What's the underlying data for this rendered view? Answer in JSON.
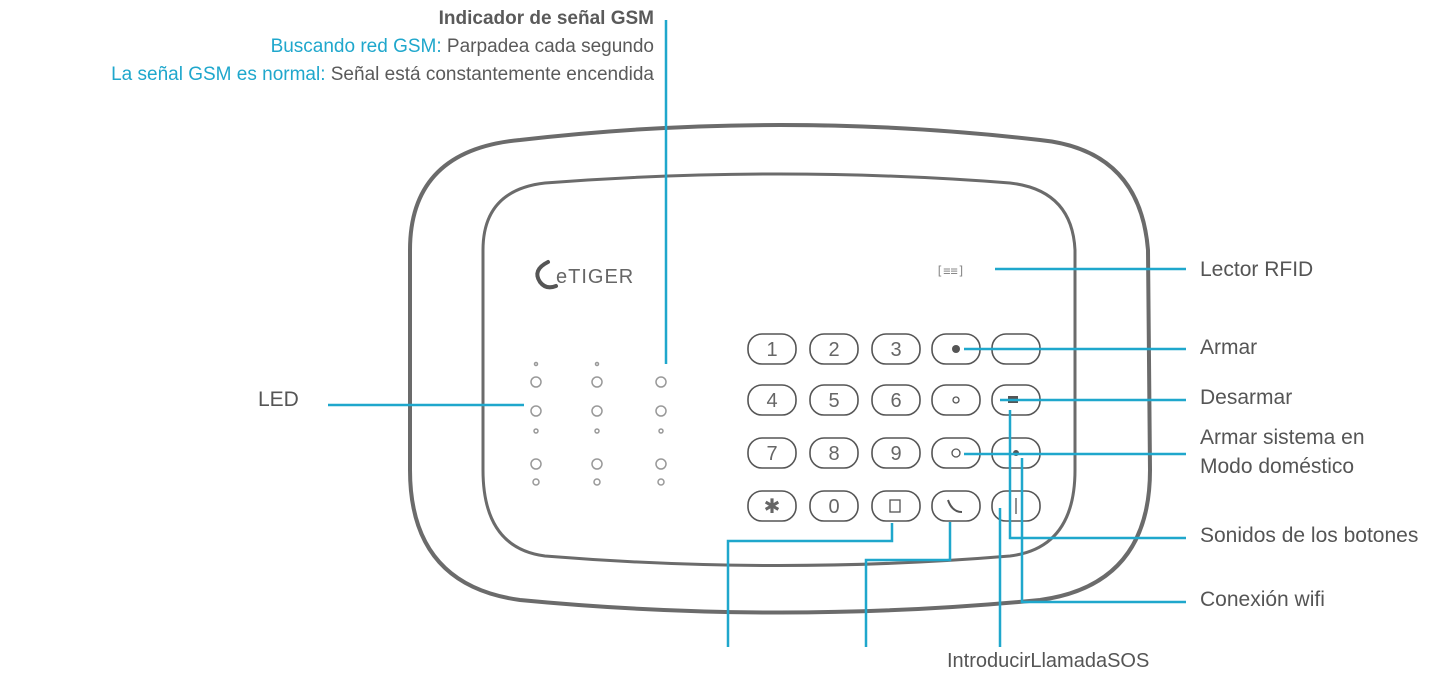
{
  "gsm": {
    "title": "Indicador de señal GSM",
    "searching_key": "Buscando red GSM:",
    "searching_value": " Parpadea cada segundo",
    "normal_key": "La señal GSM es normal:",
    "normal_value": " Señal está constantemente encendida"
  },
  "labels": {
    "led": "LED",
    "rfid": "Lector RFID",
    "arm": "Armar",
    "disarm": "Desarmar",
    "home_1": "Armar sistema en",
    "home_2": "Modo doméstico",
    "button_sounds": "Sonidos de los botones",
    "wifi": "Conexión wifi",
    "bottom": "IntroducirLlamadaSOS"
  },
  "device": {
    "brand": "eTIGER",
    "keys": [
      "1",
      "2",
      "3",
      "4",
      "5",
      "6",
      "7",
      "8",
      "9",
      "✱",
      "0"
    ]
  },
  "colors": {
    "accent": "#1fa7cc",
    "text": "#555555",
    "outline": "#6b6b6b"
  }
}
